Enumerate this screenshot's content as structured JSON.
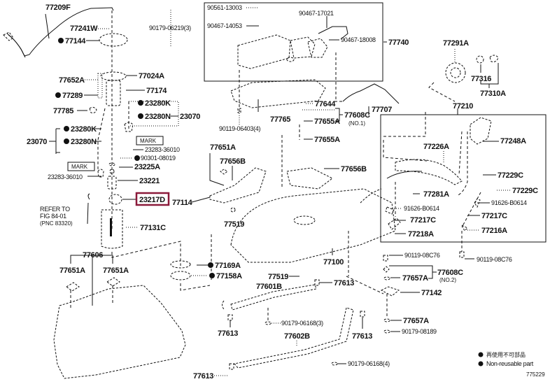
{
  "diagram": {
    "title": "Fuel tank and fuel pump assembly parts diagram",
    "figure_number": "775229",
    "highlighted_part": "23217D",
    "highlight_color": "#8b1a3a",
    "legend": {
      "bullet_meaning_cn": "再使用不可部品",
      "bullet_meaning_en": "Non-reusable part"
    },
    "refer_note": {
      "line1": "REFER TO",
      "line2": "FIG 84-01",
      "line3": "(PNC 83320)"
    },
    "mark_labels": [
      "MARK",
      "MARK"
    ],
    "labels": {
      "p77209F": "77209F",
      "p77241W": "77241W",
      "p77144": "77144",
      "p90179_06219": "90179-06219(3)",
      "p77652A": "77652A",
      "p77024A": "77024A",
      "p77289": "77289",
      "p77174": "77174",
      "p77785": "77785",
      "p23280K_a": "23280K",
      "p23280N_a": "23280N",
      "p23070_a": "23070",
      "p23280K_b": "23280K",
      "p23280N_b": "23280N",
      "p23070_b": "23070",
      "p23283_36010_a": "23283-36010",
      "p90301_08019": "90301-08019",
      "p23225A": "23225A",
      "p23283_36010_b": "23283-36010",
      "p23221": "23221",
      "p23217D": "23217D",
      "p77114": "77114",
      "p77131C": "77131C",
      "p77606": "77606",
      "p77651A_a": "77651A",
      "p77651A_b": "77651A",
      "p90561_13003": "90561-13003",
      "p90467_17021": "90467-17021",
      "p90467_14053": "90467-14053",
      "p90467_18008": "90467-18008",
      "p77740": "77740",
      "p77644": "77644",
      "p77765": "77765",
      "p77608C_1": "77608C",
      "p77608C_1_note": "(NO.1)",
      "p77655A_a": "77655A",
      "p77655A_b": "77655A",
      "p90119_06403": "90119-06403(4)",
      "p77707": "77707",
      "p77651A_c": "77651A",
      "p77656B_a": "77656B",
      "p77656B_b": "77656B",
      "p77519_a": "77519",
      "p77519_b": "77519",
      "p77169A": "77169A",
      "p77158A": "77158A",
      "p77100": "77100",
      "p77601B": "77601B",
      "p77613_a": "77613",
      "p77613_b": "77613",
      "p77613_c": "77613",
      "p77613_d": "77613",
      "p90179_06168_3": "90179-06168(3)",
      "p77602B": "77602B",
      "p90179_06168_4": "90179-06168(4)",
      "p77291A": "77291A",
      "p77316": "77316",
      "p77310A": "77310A",
      "p77210": "77210",
      "p77226A": "77226A",
      "p77248A": "77248A",
      "p77229C_a": "77229C",
      "p77229C_b": "77229C",
      "p77281A": "77281A",
      "p91626_B0614_a": "91626-B0614",
      "p91626_B0614_b": "91626-B0614",
      "p77217C_a": "77217C",
      "p77217C_b": "77217C",
      "p77218A": "77218A",
      "p77216A": "77216A",
      "p90119_08C76_a": "90119-08C76",
      "p90119_08C76_b": "90119-08C76",
      "p77608C_2": "77608C",
      "p77608C_2_note": "(NO.2)",
      "p77657A_a": "77657A",
      "p77657A_b": "77657A",
      "p77142": "77142",
      "p90179_08189": "90179-08189"
    }
  }
}
